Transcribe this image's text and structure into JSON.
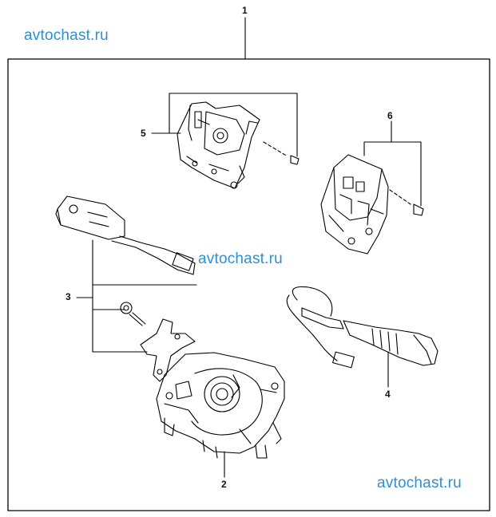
{
  "watermarks": [
    "avtochast.ru",
    "avtochast.ru",
    "avtochast.ru"
  ],
  "callouts": {
    "assembly": "1",
    "clock_spring": "2",
    "light_switch": "3",
    "wiper_switch": "4",
    "bracket_left": "5",
    "bracket_right": "6"
  },
  "colors": {
    "watermark": "#2f8fcf",
    "line": "#000000"
  }
}
